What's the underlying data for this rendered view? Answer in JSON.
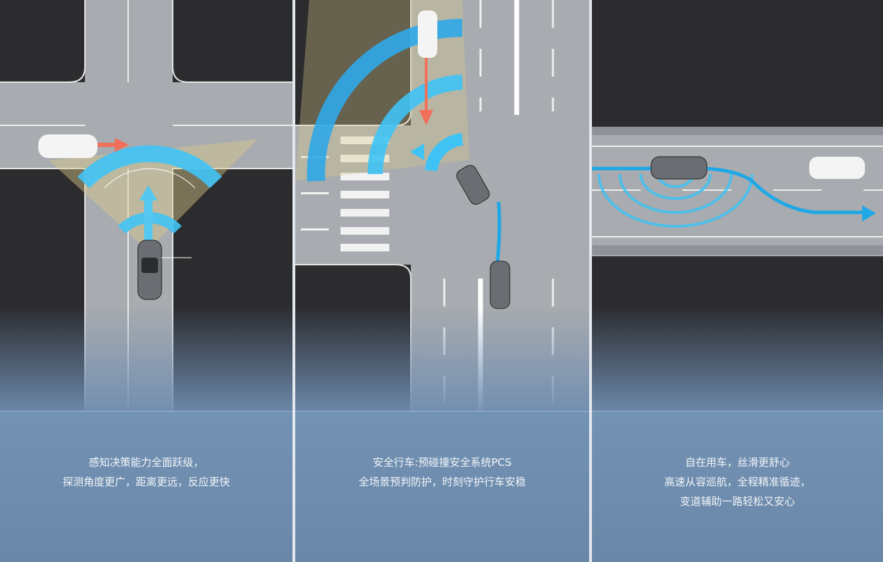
{
  "panels": [
    {
      "caption": [
        "感知决策能力全面跃级，",
        "探测角度更广，距离更远，反应更快"
      ]
    },
    {
      "caption": [
        "安全行车:预碰撞安全系统PCS",
        "全场景预判防护，时刻守护行车安稳"
      ]
    },
    {
      "caption": [
        "自在用车，丝滑更舒心",
        "高速从容巡航，全程精准循迹，",
        "变道辅助一路轻松又安心"
      ]
    }
  ],
  "colors": {
    "road": "#a8abaf",
    "ground": "#2c2c2f",
    "sensor_blue": "#29b6f0",
    "warning_arrow": "#f0705a",
    "bottom_blue": "#6f8db0"
  }
}
